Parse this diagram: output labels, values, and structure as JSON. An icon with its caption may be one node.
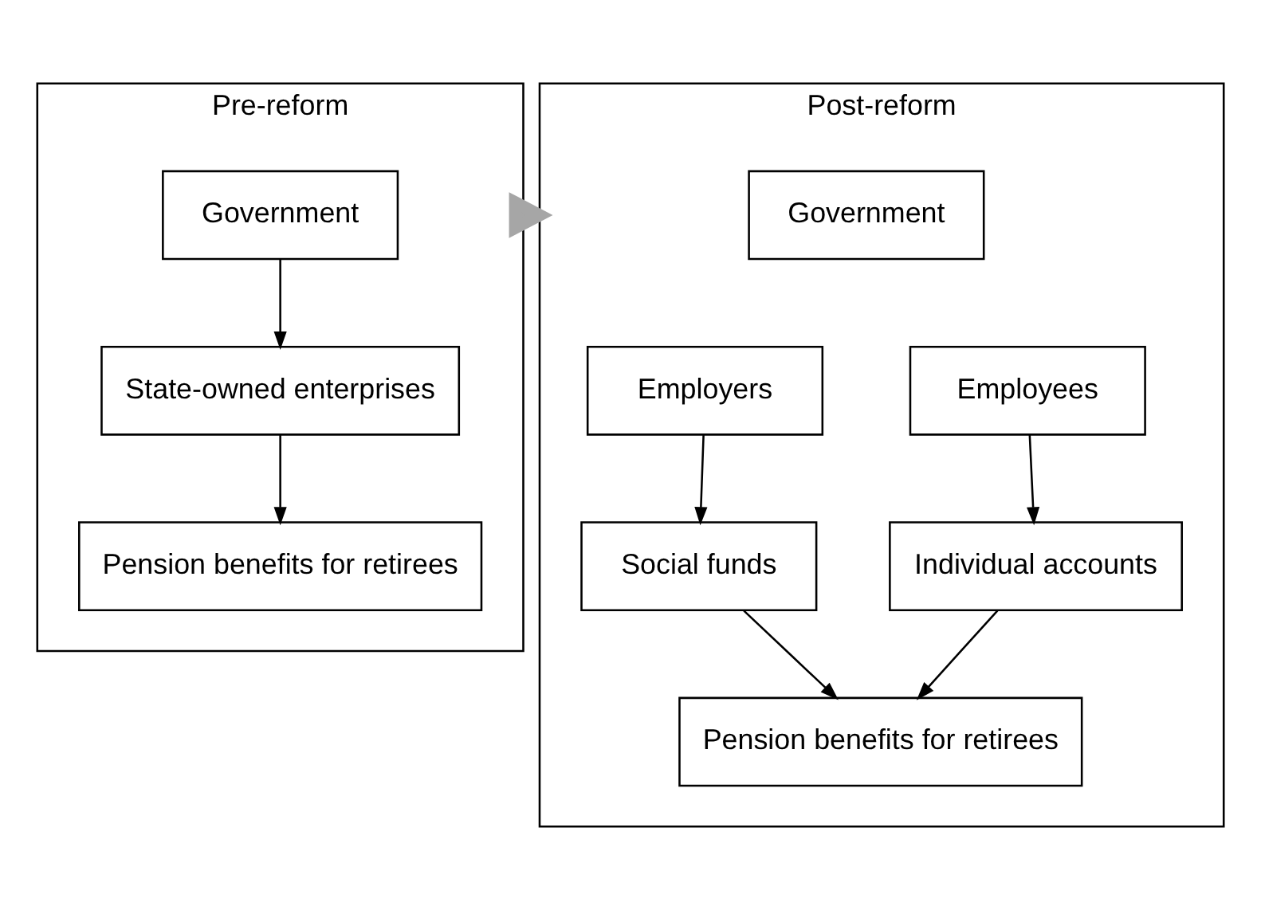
{
  "diagram": {
    "nodes": [
      {
        "text": [
          "Pre-reform"
        ]
      },
      {
        "text": [
          "Government"
        ],
        "in": 0
      },
      {
        "text": [
          "State-owned enterprises"
        ],
        "in": 0
      },
      {
        "text": [
          "Pension benefits for retirees"
        ],
        "in": 0
      },
      {
        "text": [
          "Post-reform"
        ]
      },
      {
        "text": [
          "Government"
        ],
        "in": 4
      },
      {
        "text": [
          "Employers"
        ],
        "in": 4
      },
      {
        "text": [
          "Employees"
        ],
        "in": 4
      },
      {
        "text": [
          "Social funds"
        ],
        "in": 4
      },
      {
        "text": [
          "Individual accounts"
        ],
        "in": 4
      },
      {
        "text": [
          "Pension benefits for retirees"
        ],
        "in": 4
      }
    ],
    "edges": [
      {
        "from": 1,
        "to": 2,
        "arrow": "to"
      },
      {
        "from": 2,
        "to": 3,
        "arrow": "to"
      },
      {
        "from": 0,
        "to": 4,
        "arrow": "to",
        "style": "thick",
        "color": "#a6a6a6"
      },
      {
        "from": 6,
        "to": 8,
        "arrow": "to"
      },
      {
        "from": 7,
        "to": 9,
        "arrow": "to"
      },
      {
        "from": 8,
        "to": 10,
        "arrow": "to"
      },
      {
        "from": 9,
        "to": 10,
        "arrow": "to"
      }
    ]
  }
}
